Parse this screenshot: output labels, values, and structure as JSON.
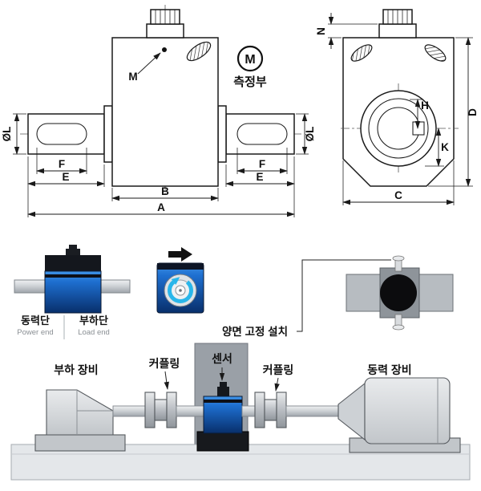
{
  "front_view": {
    "dims": {
      "dia_left": "ØL",
      "dia_right": "ØL",
      "f_left": "F",
      "e_left": "E",
      "f_right": "F",
      "e_right": "E",
      "b": "B",
      "a": "A"
    },
    "thread_label": "M",
    "badge_letter": "M",
    "badge_caption": "측정부"
  },
  "side_view": {
    "dims": {
      "n": "N",
      "d": "D",
      "h": "H",
      "k": "K",
      "c": "C"
    }
  },
  "orientation": {
    "power_end_ko": "동력단",
    "power_end_en": "Power end",
    "load_end_ko": "부하단",
    "load_end_en": "Load end"
  },
  "mounting": {
    "label": "양면 고정 설치"
  },
  "installation": {
    "load_equipment": "부하 장비",
    "coupling_left": "커플링",
    "sensor_label": "센서",
    "coupling_right": "커플링",
    "power_equipment": "동력 장비"
  },
  "colors": {
    "line": "#1a1a1a",
    "sensor_blue": "#1e6fd0",
    "sensor_blue_dark": "#082f6b",
    "accent_cyan": "#29b6ea",
    "metal_gray": "#c9ced3",
    "fixture_gray": "#9aa0a7",
    "base_black": "#17191d"
  }
}
